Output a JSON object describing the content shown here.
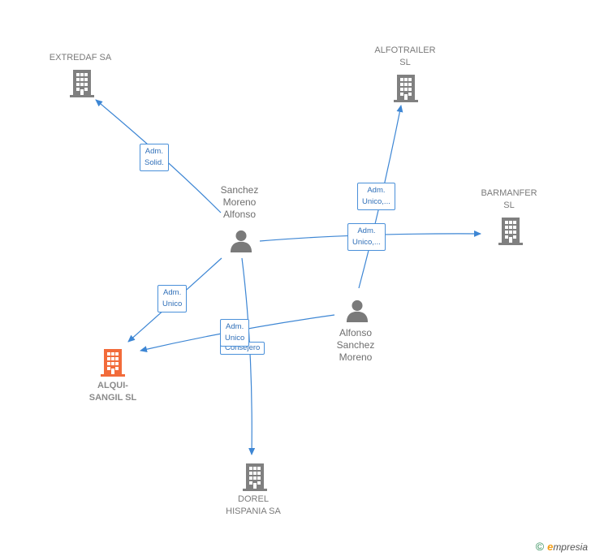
{
  "colors": {
    "edge": "#3d86d4",
    "company": "#808080",
    "company_main": "#f26b3a",
    "person": "#7a7a7a"
  },
  "companies": {
    "extredaf": {
      "label": "EXTREDAF SA",
      "icon": "building-icon"
    },
    "alfotrailer": {
      "label": "ALFOTRAILER\nSL",
      "icon": "building-icon"
    },
    "barmanfer": {
      "label": "BARMANFER\nSL",
      "icon": "building-icon"
    },
    "alqui": {
      "label": "ALQUI-\nSANGIL  SL",
      "icon": "building-icon"
    },
    "dorel": {
      "label": "DOREL\nHISPANIA SA",
      "icon": "building-icon"
    }
  },
  "persons": {
    "sanchez": {
      "label": "Sanchez\nMoreno\nAlfonso",
      "icon": "person-icon"
    },
    "alfonso": {
      "label": "Alfonso\nSanchez\nMoreno",
      "icon": "person-icon"
    }
  },
  "edges": {
    "adm_solid": "Adm.\nSolid.",
    "adm_unico_alfo": "Adm.\nUnico,...",
    "adm_unico_barm": "Adm.\nUnico,...",
    "adm_unico_alqui": "Adm.\nUnico",
    "adm_unico_dorel": "Adm.\nUnico",
    "consejero": "Consejero"
  },
  "footer": {
    "copyright": "©",
    "brand_initial": "e",
    "brand_rest": "mpresia"
  }
}
